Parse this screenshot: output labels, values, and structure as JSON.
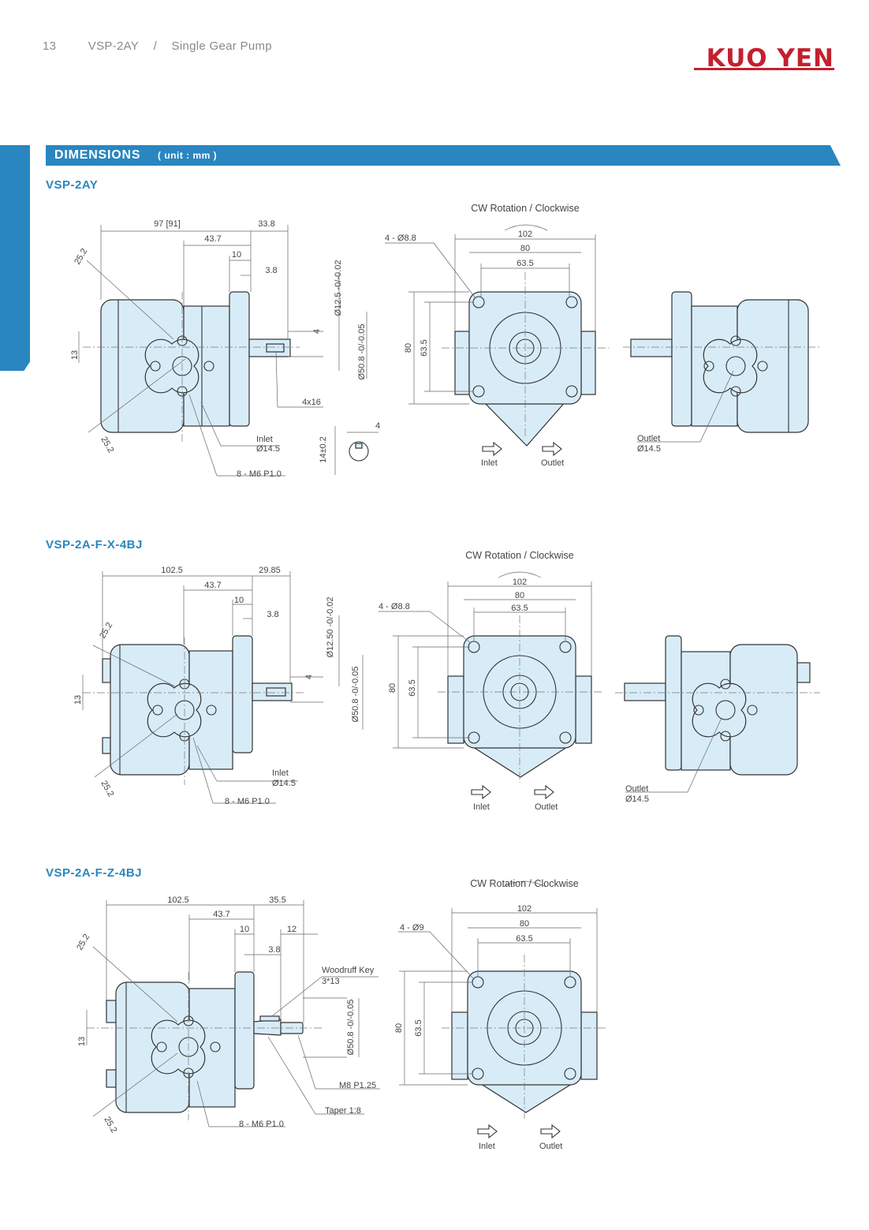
{
  "header": {
    "page_number": "13",
    "model": "VSP-2AY",
    "separator": "/",
    "subtitle": "Single Gear Pump"
  },
  "brand": {
    "logo_text": "KUO YEN",
    "color": "#c4202f"
  },
  "section": {
    "title": "DIMENSIONS",
    "unit": "( unit : mm )",
    "color": "#2a86c0"
  },
  "models": [
    {
      "name": "VSP-2AY",
      "rotation": "CW Rotation / Clockwise",
      "side": {
        "d1": "97 [91]",
        "d2": "43.7",
        "d3": "10",
        "d4": "3.8",
        "d5": "33.8",
        "angle1": "25.2",
        "angle2": "25.2",
        "h": "13",
        "key_w": "4",
        "shaft": "Ø12.5 -0/-0.02",
        "flange": "Ø50.8 -0/-0.05",
        "key": "4x16",
        "inlet_label": "Inlet",
        "inlet_size": "Ø14.5",
        "thread": "8 - M6  P1.0",
        "key_h": "14±0.2",
        "key_d": "4"
      },
      "front": {
        "w1": "102",
        "w2": "80",
        "w3": "63.5",
        "h1": "80",
        "h2": "63.5",
        "holes": "4 - Ø8.8",
        "inlet": "Inlet",
        "outlet": "Outlet"
      },
      "right": {
        "outlet_label": "Outlet",
        "outlet_size": "Ø14.5"
      }
    },
    {
      "name": "VSP-2A-F-X-4BJ",
      "rotation": "CW Rotation / Clockwise",
      "side": {
        "d1": "102.5",
        "d2": "43.7",
        "d3": "10",
        "d4": "3.8",
        "d5": "29.85",
        "angle1": "25.2",
        "angle2": "25.2",
        "h": "13",
        "key_w": "4",
        "shaft": "Ø12.50 -0/-0.02",
        "flange": "Ø50.8 -0/-0.05",
        "inlet_label": "Inlet",
        "inlet_size": "Ø14.5",
        "thread": "8 - M6  P1.0"
      },
      "front": {
        "w1": "102",
        "w2": "80",
        "w3": "63.5",
        "h1": "80",
        "h2": "63.5",
        "holes": "4 - Ø8.8",
        "inlet": "Inlet",
        "outlet": "Outlet"
      },
      "right": {
        "outlet_label": "Outlet",
        "outlet_size": "Ø14.5"
      }
    },
    {
      "name": "VSP-2A-F-Z-4BJ",
      "rotation": "CW Rotation / Clockwise",
      "side": {
        "d1": "102.5",
        "d2": "43.7",
        "d3": "10",
        "d4": "3.8",
        "d5": "35.5",
        "d6": "12",
        "angle1": "25.2",
        "angle2": "25.2",
        "h": "13",
        "woodruff": "Woodruff Key",
        "woodruff_size": "3*13",
        "flange": "Ø50.8 -0/-0.05",
        "nut": "M8  P1.25",
        "taper": "Taper 1:8",
        "thread": "8 - M6  P1.0"
      },
      "front": {
        "w1": "102",
        "w2": "80",
        "w3": "63.5",
        "h1": "80",
        "h2": "63.5",
        "holes": "4 - Ø9",
        "inlet": "Inlet",
        "outlet": "Outlet"
      }
    }
  ]
}
